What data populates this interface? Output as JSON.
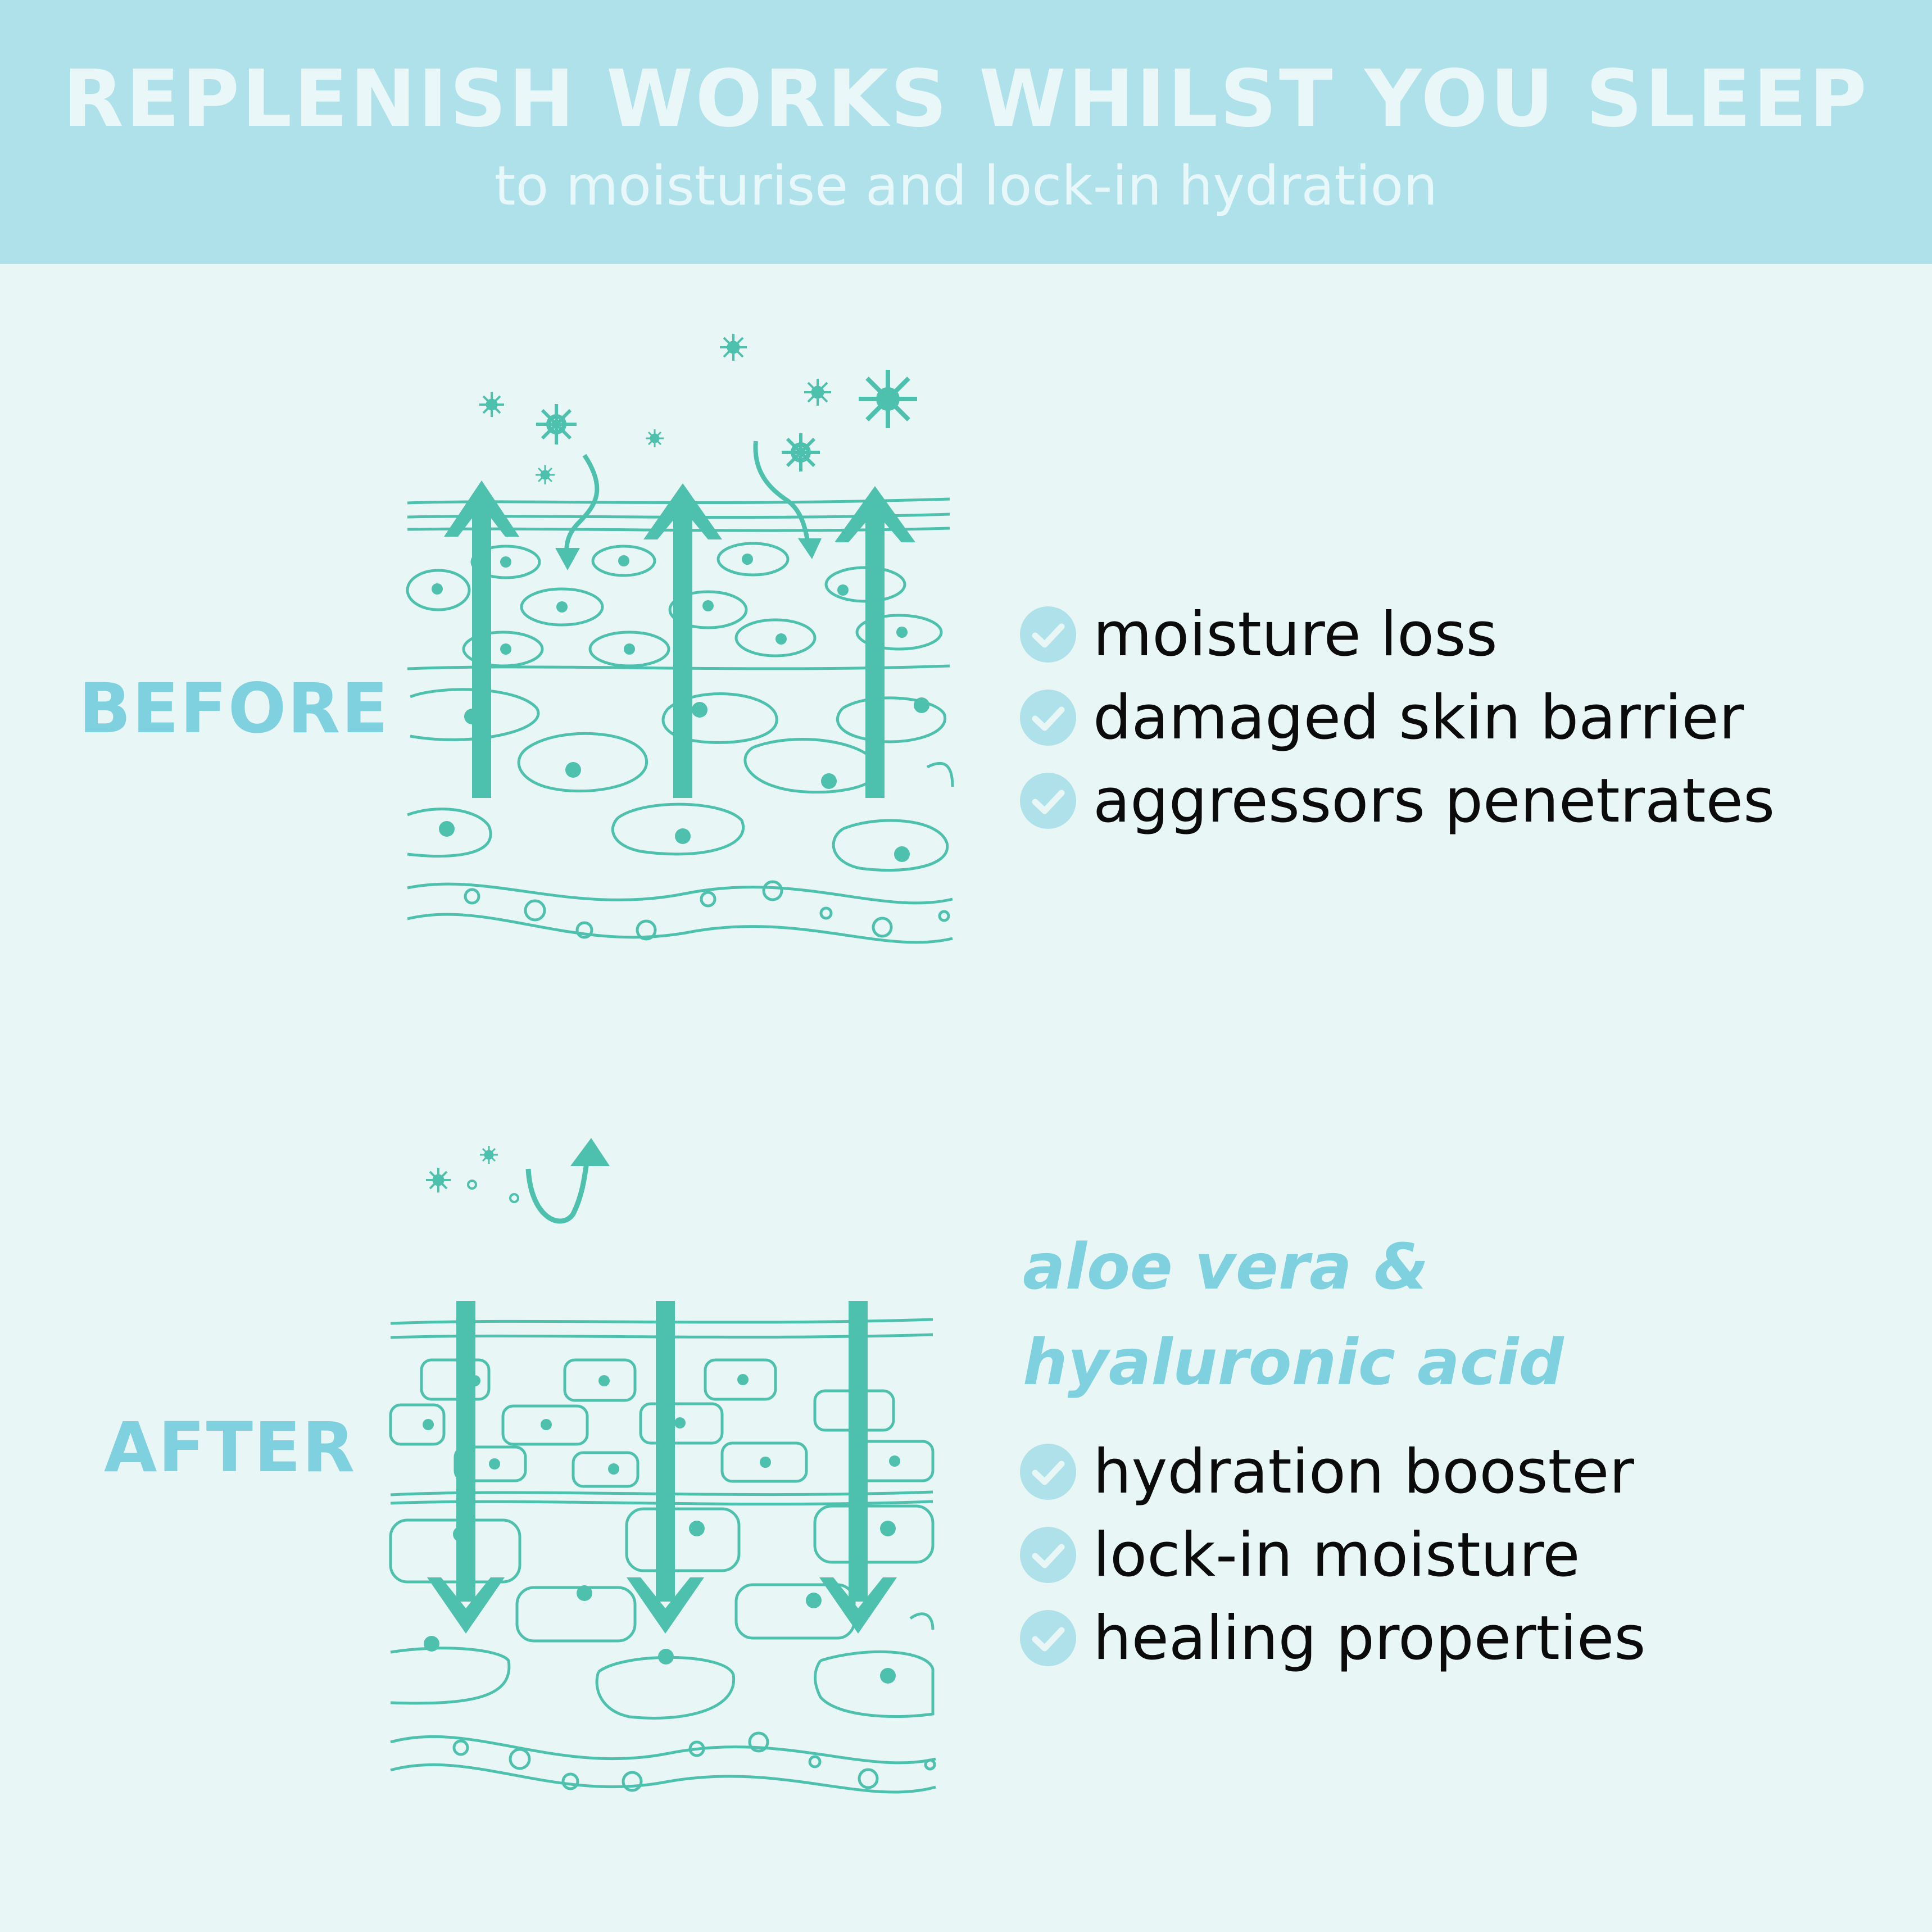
{
  "header": {
    "title": "REPLENISH WORKS WHILST YOU SLEEP",
    "subtitle": "to moisturise and lock-in hydration"
  },
  "before": {
    "label": "BEFORE",
    "items": [
      "moisture loss",
      "damaged skin barrier",
      "aggressors penetrates"
    ]
  },
  "after": {
    "label": "AFTER",
    "ingredient_line1": "aloe vera &",
    "ingredient_line2": "hyaluronic acid",
    "items": [
      "hydration booster",
      "lock-in moisture",
      "healing properties"
    ]
  },
  "colors": {
    "header_bg": "#afe1ea",
    "page_bg": "#e8f6f5",
    "accent": "#7fd1df",
    "diagram": "#4ec1ae",
    "check_bg": "#afe1ea"
  },
  "icons": {
    "check": "check-circle-icon",
    "arrow_up": "arrow-up-icon",
    "arrow_down": "arrow-down-icon",
    "aggressor": "aggressor-particle-icon",
    "deflect": "deflect-arrow-icon"
  }
}
